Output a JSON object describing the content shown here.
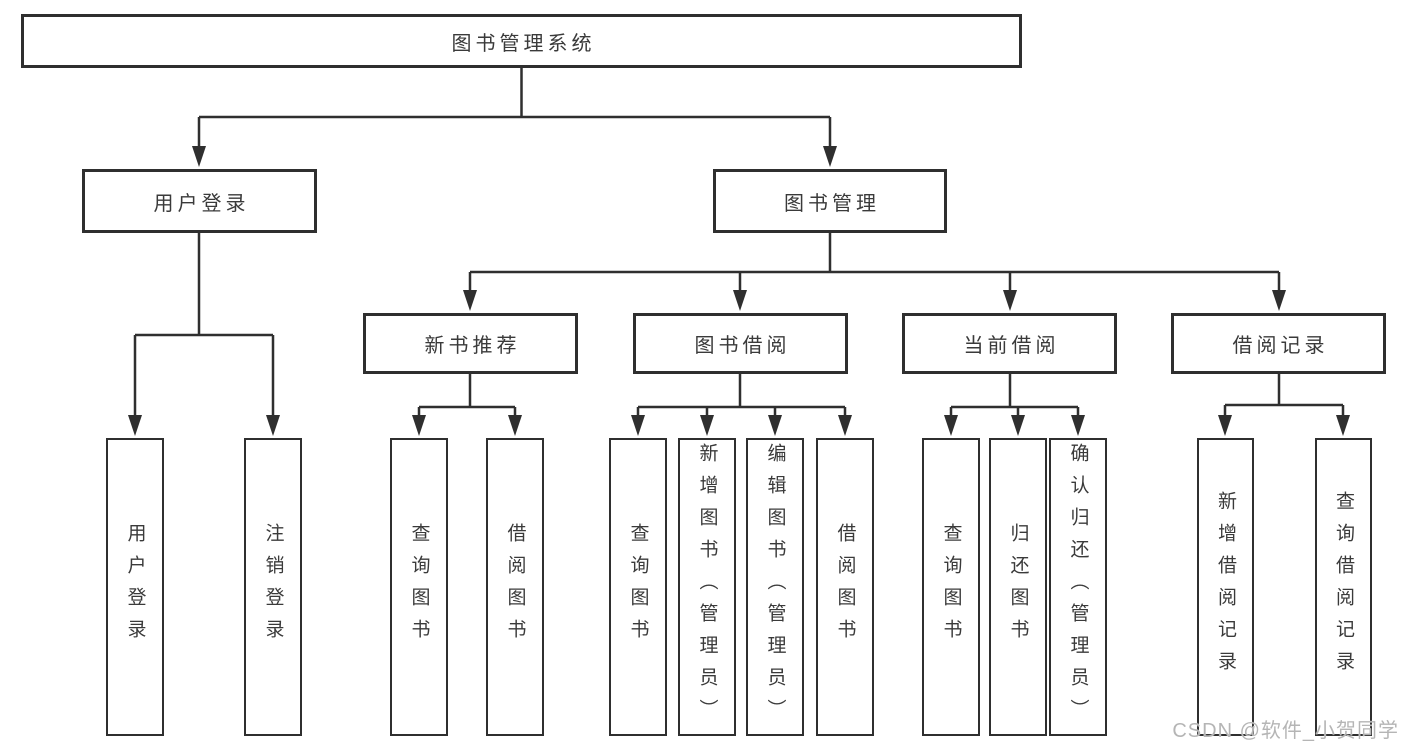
{
  "diagram": {
    "root": {
      "label": "图书管理系统"
    },
    "level2": [
      {
        "label": "用户登录",
        "children": [
          "用户登录",
          "注销登录"
        ]
      },
      {
        "label": "图书管理"
      }
    ],
    "level3": [
      {
        "label": "新书推荐",
        "children": [
          "查询图书",
          "借阅图书"
        ]
      },
      {
        "label": "图书借阅",
        "children": [
          "查询图书",
          "新增图书（管理员）",
          "编辑图书（管理员）",
          "借阅图书"
        ]
      },
      {
        "label": "当前借阅",
        "children": [
          "查询图书",
          "归还图书",
          "确认归还（管理员）"
        ]
      },
      {
        "label": "借阅记录",
        "children": [
          "新增借阅记录",
          "查询借阅记录"
        ]
      }
    ],
    "watermark": "CSDN @软件_小贺同学",
    "colors": {
      "line": "#2f2f2f",
      "text": "#3a3a3a",
      "watermark": "#b5b5b5",
      "background": "#ffffff"
    }
  }
}
